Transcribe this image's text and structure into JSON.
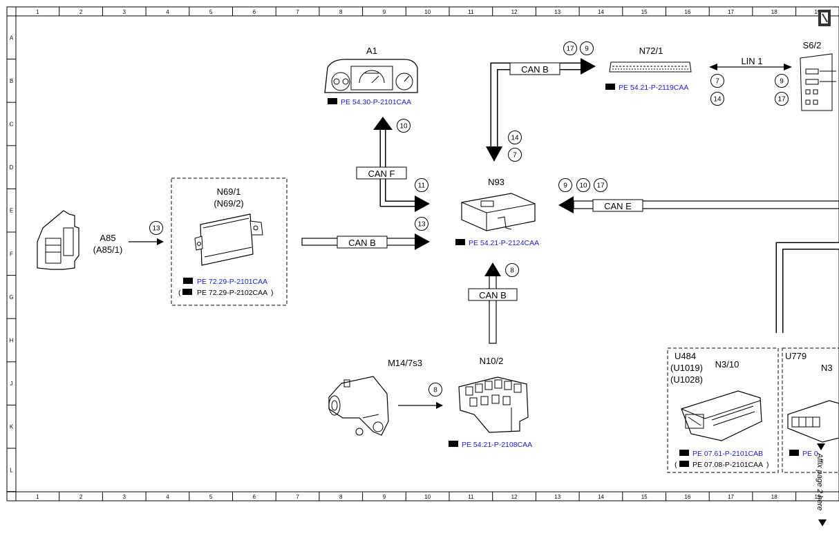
{
  "grid": {
    "columns": [
      "1",
      "2",
      "3",
      "4",
      "5",
      "6",
      "7",
      "8",
      "9",
      "10",
      "11",
      "12",
      "13",
      "14",
      "15",
      "16",
      "17",
      "18",
      "19"
    ],
    "rows": [
      "A",
      "B",
      "C",
      "D",
      "E",
      "F",
      "G",
      "H",
      "J",
      "K",
      "L"
    ]
  },
  "components": {
    "a1": {
      "name": "A1",
      "ref": "PE 54.30-P-2101CAA"
    },
    "n72_1": {
      "name": "N72/1",
      "ref": "PE 54.21-P-2119CAA"
    },
    "s6_2": {
      "name": "S6/2"
    },
    "n69_1": {
      "name": "N69/1",
      "alt": "(N69/2)",
      "ref": "PE 72.29-P-2101CAA",
      "ref2": "PE 72.29-P-2102CAA"
    },
    "a85": {
      "name": "A85",
      "alt": "(A85/1)"
    },
    "n93": {
      "name": "N93",
      "ref": "PE 54.21-P-2124CAA"
    },
    "m14": {
      "name": "M14/7s3"
    },
    "n10_2": {
      "name": "N10/2",
      "ref": "PE 54.21-P-2108CAA"
    },
    "n3_10": {
      "name": "N3/10",
      "u1": "U484",
      "u2": "(U1019)",
      "u3": "(U1028)",
      "ref": "PE 07.61-P-2101CAB",
      "ref2": "PE 07.08-P-2101CAA"
    },
    "n3_right": {
      "name": "N3",
      "u1": "U779",
      "ref": "PE 0"
    }
  },
  "buses": {
    "can_b": "CAN B",
    "can_f": "CAN F",
    "can_e": "CAN E",
    "lin_1": "LIN 1"
  },
  "circles": {
    "c17_top": "17",
    "c9_top": "9",
    "c7_left": "7",
    "c14_left": "14",
    "c9_right": "9",
    "c17_right": "17",
    "c10_a1": "10",
    "c14_n93": "14",
    "c7_n93": "7",
    "c11": "11",
    "c13_n93": "13",
    "c9_cane": "9",
    "c10_cane": "10",
    "c17_cane": "17",
    "c13_a85": "13",
    "c8_n10": "8",
    "c8_m14": "8"
  },
  "side_note": "Affix page 2 here",
  "colors": {
    "ref_link": "#1a1acc",
    "line": "#000000"
  }
}
